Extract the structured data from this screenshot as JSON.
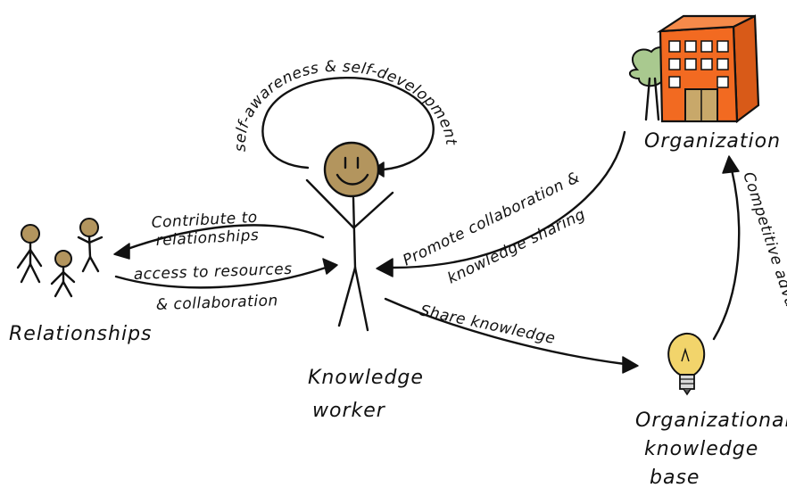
{
  "nodes": {
    "organization": "Organization",
    "relationships": "Relationships",
    "worker_line1": "Knowledge",
    "worker_line2": "worker",
    "kb_line1": "Organizational",
    "kb_line2": "knowledge",
    "kb_line3": "base"
  },
  "arrows": {
    "self": "self-awareness & self-development",
    "contribute_line1": "Contribute to",
    "contribute_line2": "relationships",
    "access_line1": "access to resources",
    "access_line2": "& collaboration",
    "promote_line1": "Promote collaboration &",
    "promote_line2": "knowledge sharing",
    "share": "Share knowledge",
    "competitive": "Competitive advantage"
  },
  "colors": {
    "building": "#f26a21",
    "face": "#b3955e",
    "tree": "#a9c98f",
    "bulb": "#f2d46b",
    "door": "#c8a86a"
  },
  "icons": {
    "building": "building-icon",
    "people": "stick-figures-icon",
    "worker": "stick-figure-icon",
    "bulb": "lightbulb-icon",
    "tree": "tree-icon"
  }
}
